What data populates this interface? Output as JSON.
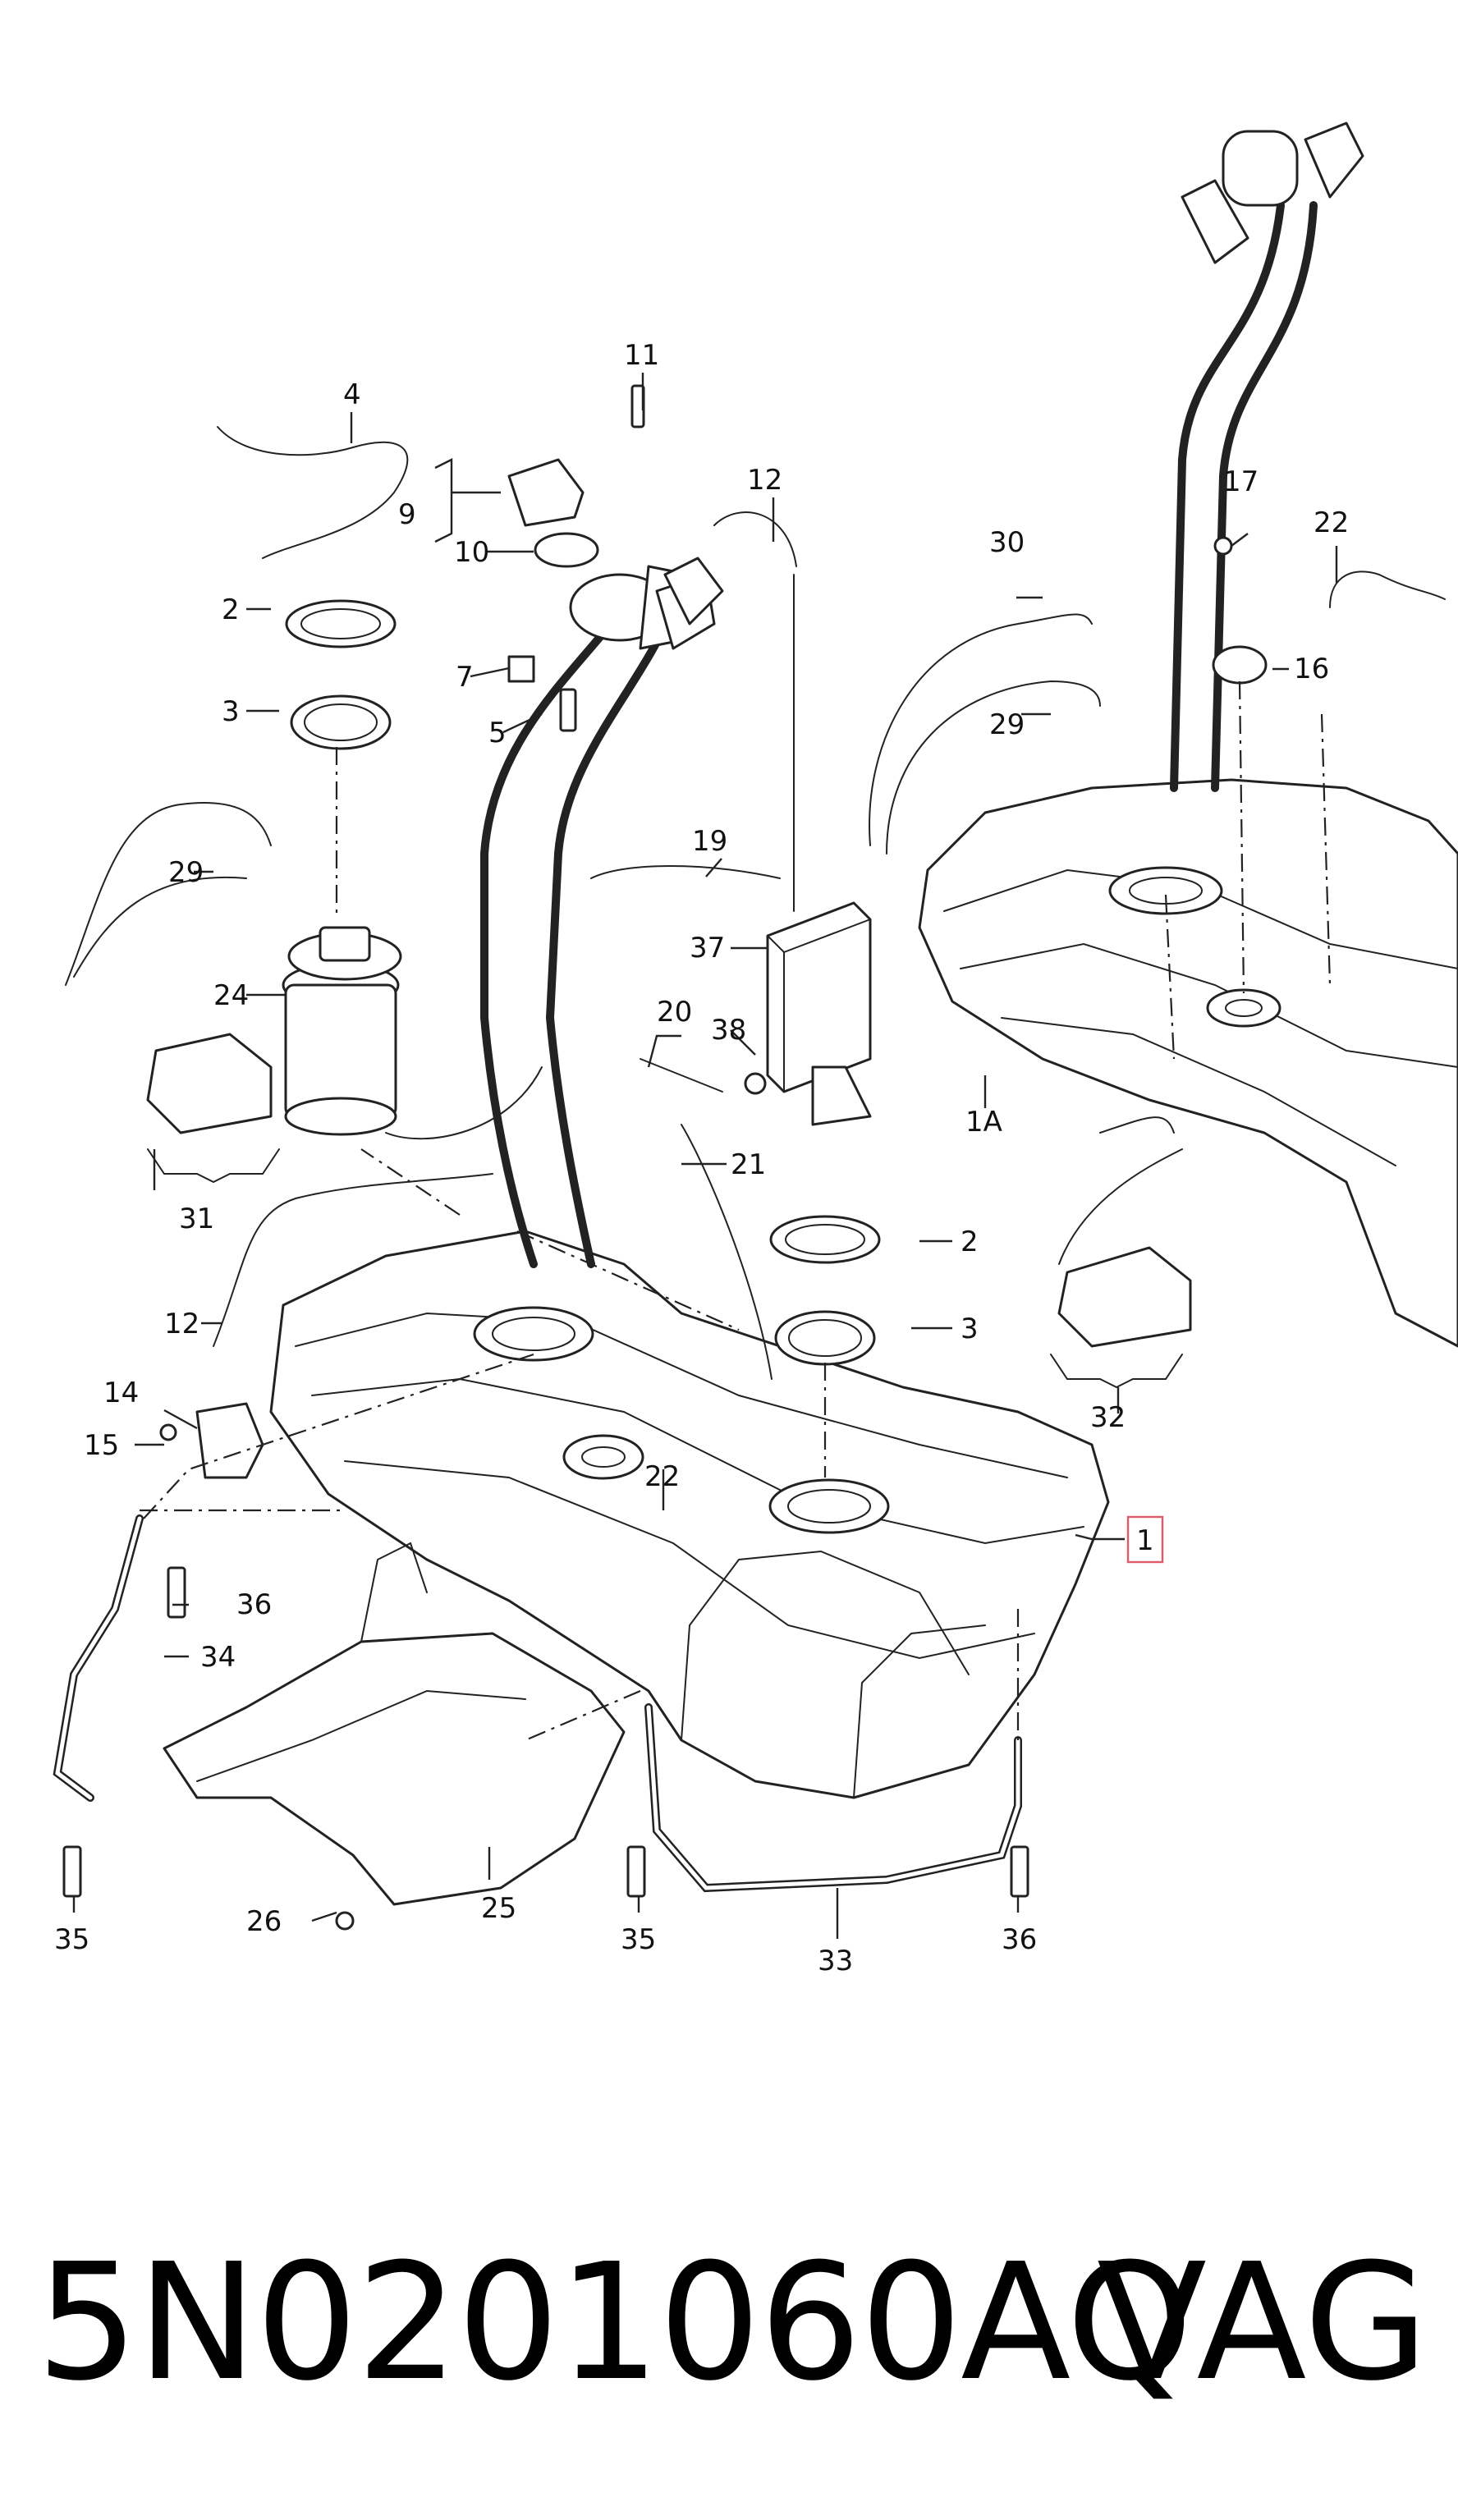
{
  "diagram": {
    "callouts": [
      {
        "id": "c1",
        "text": "1",
        "highlighted": true
      },
      {
        "id": "c1A",
        "text": "1A"
      },
      {
        "id": "c2a",
        "text": "2"
      },
      {
        "id": "c2b",
        "text": "2"
      },
      {
        "id": "c3a",
        "text": "3"
      },
      {
        "id": "c3b",
        "text": "3"
      },
      {
        "id": "c4",
        "text": "4"
      },
      {
        "id": "c5",
        "text": "5"
      },
      {
        "id": "c7",
        "text": "7"
      },
      {
        "id": "c9",
        "text": "9"
      },
      {
        "id": "c10",
        "text": "10"
      },
      {
        "id": "c11",
        "text": "11"
      },
      {
        "id": "c12a",
        "text": "12"
      },
      {
        "id": "c12b",
        "text": "12"
      },
      {
        "id": "c14",
        "text": "14"
      },
      {
        "id": "c15",
        "text": "15"
      },
      {
        "id": "c16",
        "text": "16"
      },
      {
        "id": "c17",
        "text": "17"
      },
      {
        "id": "c19",
        "text": "19"
      },
      {
        "id": "c20",
        "text": "20"
      },
      {
        "id": "c21",
        "text": "21"
      },
      {
        "id": "c22a",
        "text": "22"
      },
      {
        "id": "c22b",
        "text": "22"
      },
      {
        "id": "c24",
        "text": "24"
      },
      {
        "id": "c25",
        "text": "25"
      },
      {
        "id": "c26",
        "text": "26"
      },
      {
        "id": "c29a",
        "text": "29"
      },
      {
        "id": "c29b",
        "text": "29"
      },
      {
        "id": "c30",
        "text": "30"
      },
      {
        "id": "c31",
        "text": "31"
      },
      {
        "id": "c32",
        "text": "32"
      },
      {
        "id": "c33",
        "text": "33"
      },
      {
        "id": "c34",
        "text": "34"
      },
      {
        "id": "c35a",
        "text": "35"
      },
      {
        "id": "c35b",
        "text": "35"
      },
      {
        "id": "c36a",
        "text": "36"
      },
      {
        "id": "c36b",
        "text": "36"
      },
      {
        "id": "c37",
        "text": "37"
      },
      {
        "id": "c38",
        "text": "38"
      }
    ],
    "highlight_color": "#e05a6a"
  },
  "caption": {
    "part_number": "5N0201060AQ",
    "brand": "VAG"
  }
}
